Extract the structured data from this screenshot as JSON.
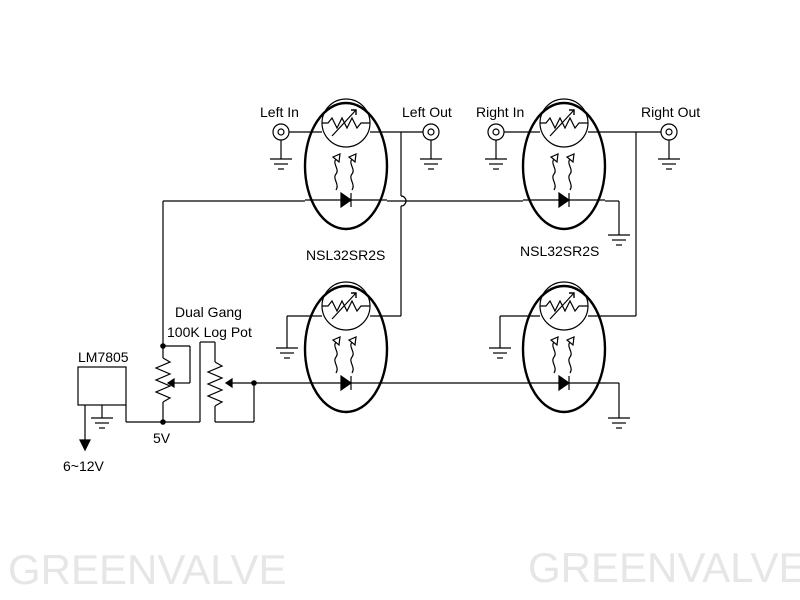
{
  "labels": {
    "left_in": "Left In",
    "left_out": "Left Out",
    "right_in": "Right In",
    "right_out": "Right Out",
    "nsl_left": "NSL32SR2S",
    "nsl_right": "NSL32SR2S",
    "pot_line1": "Dual Gang",
    "pot_line2": "100K Log Pot",
    "regulator": "LM7805",
    "five_volt": "5V",
    "supply": "6~12V"
  },
  "watermark": {
    "left": "GREENVALVE",
    "right": "GREENVALVE"
  },
  "colors": {
    "ink": "#000000",
    "watermark": "#e6e6e6"
  }
}
